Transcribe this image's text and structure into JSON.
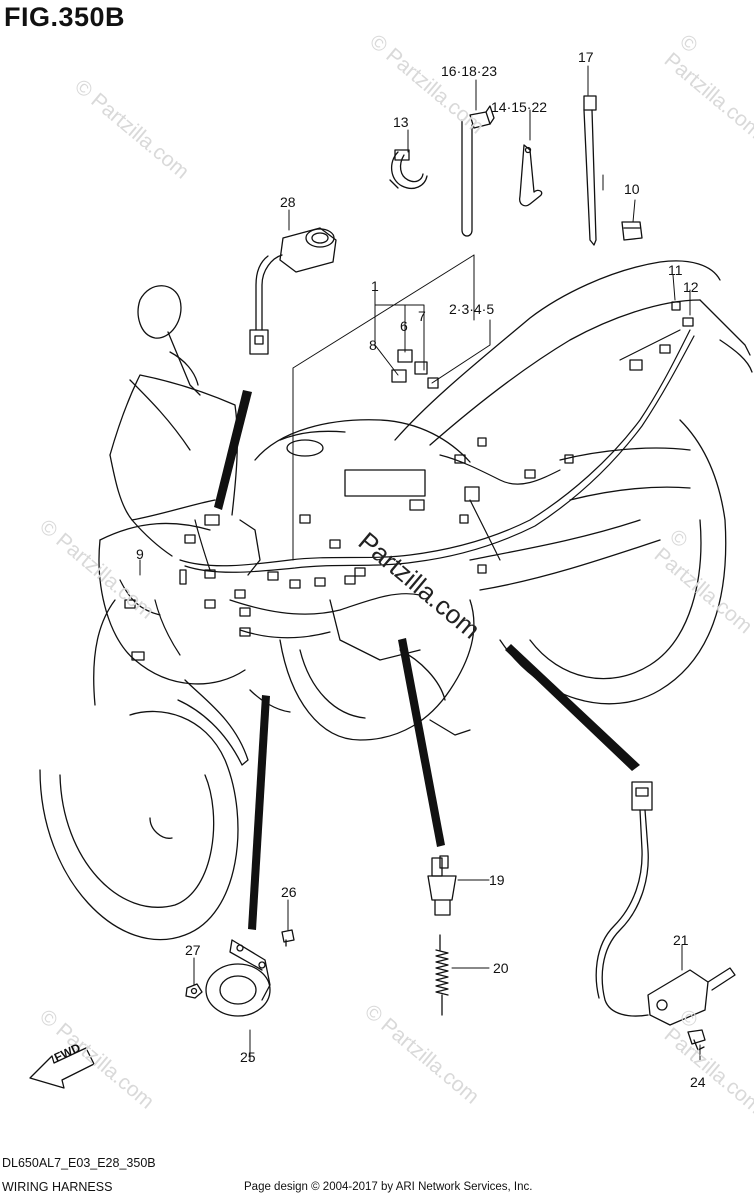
{
  "figure": {
    "title": "FIG.350B",
    "model_code": "DL650AL7_E03_E28_350B",
    "section_name": "WIRING HARNESS",
    "copyright": "Page design © 2004-2017 by ARI Network Services, Inc.",
    "fwd_label": "FWD"
  },
  "watermark": {
    "text": "© Partzilla.com",
    "center_text": "Partzilla.com"
  },
  "callouts": [
    {
      "id": "c1",
      "label": "1"
    },
    {
      "id": "c2345",
      "label": "2·3·4·5"
    },
    {
      "id": "c6",
      "label": "6"
    },
    {
      "id": "c7",
      "label": "7"
    },
    {
      "id": "c8",
      "label": "8"
    },
    {
      "id": "c9",
      "label": "9"
    },
    {
      "id": "c10",
      "label": "10"
    },
    {
      "id": "c11",
      "label": "11"
    },
    {
      "id": "c12",
      "label": "12"
    },
    {
      "id": "c13",
      "label": "13"
    },
    {
      "id": "c141522",
      "label": "14·15·22"
    },
    {
      "id": "c161823",
      "label": "16·18·23"
    },
    {
      "id": "c17",
      "label": "17"
    },
    {
      "id": "c19",
      "label": "19"
    },
    {
      "id": "c20",
      "label": "20"
    },
    {
      "id": "c21",
      "label": "21"
    },
    {
      "id": "c24",
      "label": "24"
    },
    {
      "id": "c25",
      "label": "25"
    },
    {
      "id": "c26",
      "label": "26"
    },
    {
      "id": "c27",
      "label": "27"
    },
    {
      "id": "c28",
      "label": "28"
    }
  ]
}
